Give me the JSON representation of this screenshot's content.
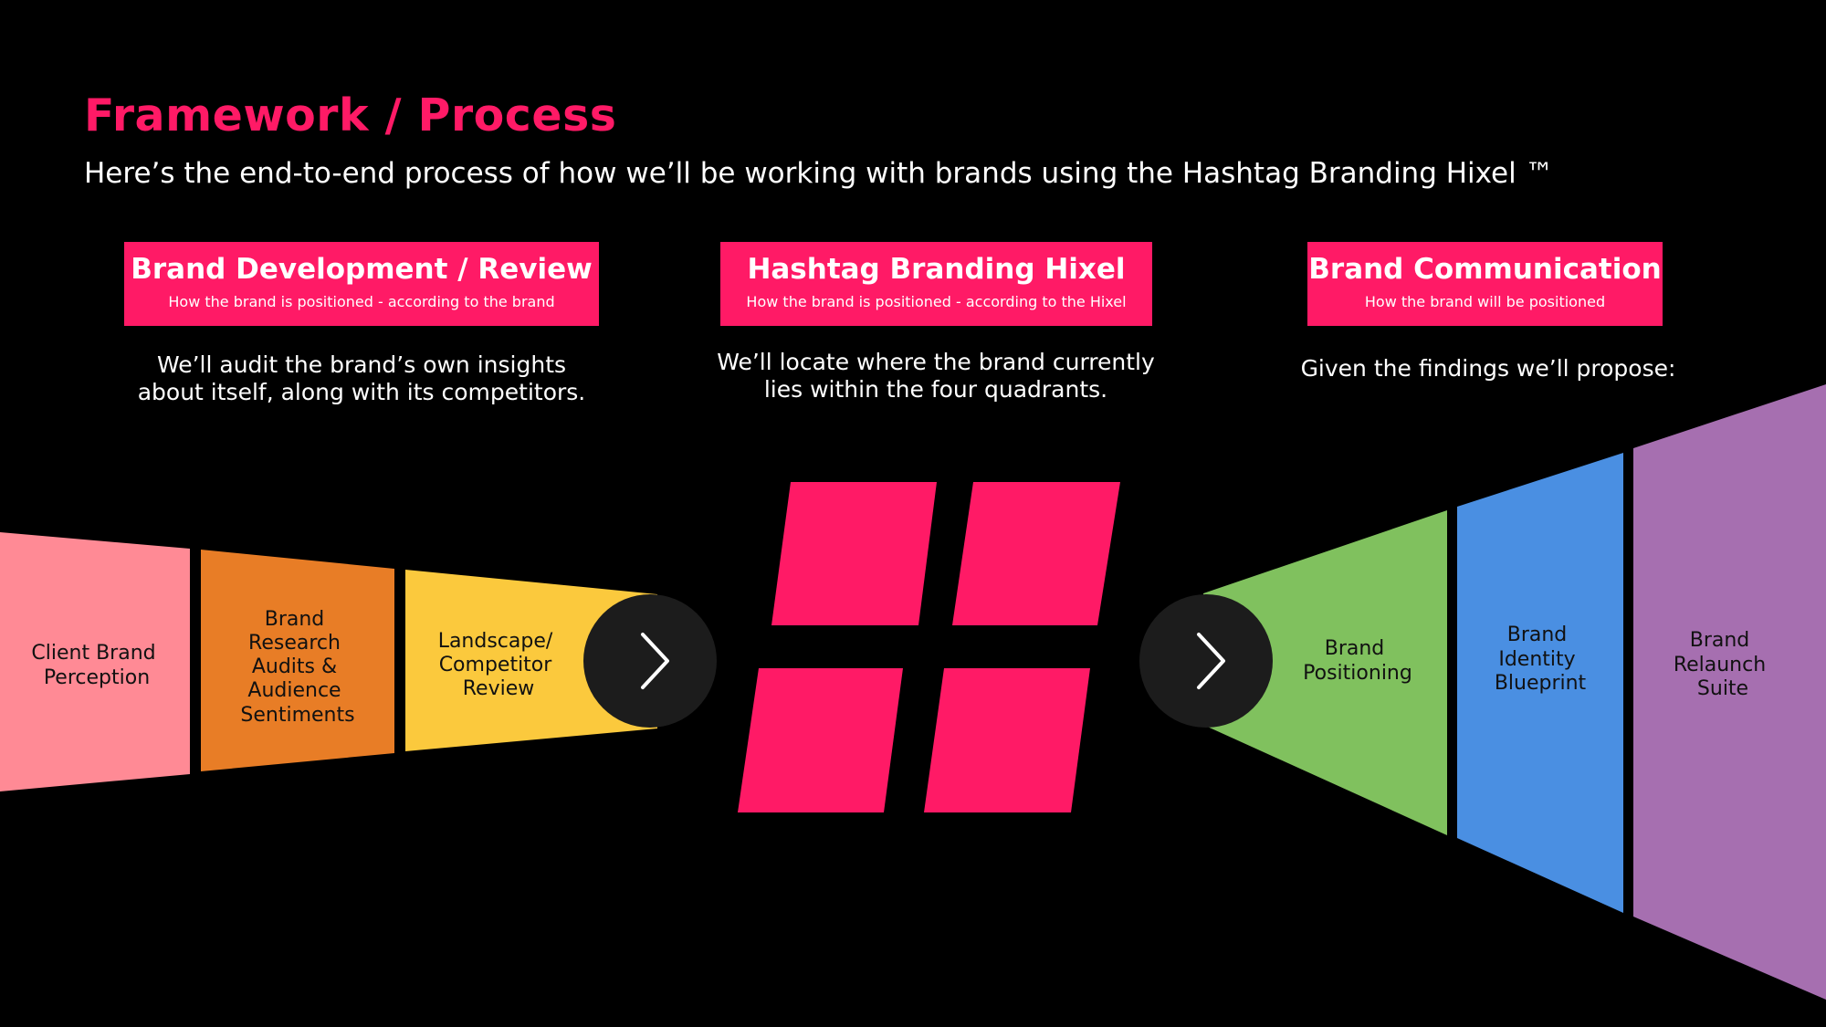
{
  "header": {
    "title": "Framework / Process",
    "subtitle": "Here’s the end-to-end process of how we’ll be working with brands using the Hashtag Branding Hixel ™"
  },
  "sections": [
    {
      "title": "Brand Development / Review",
      "subtitle": "How the brand is positioned - according to the brand",
      "description": [
        "We’ll audit the brand’s own insights",
        "about itself, along with its competitors."
      ]
    },
    {
      "title": "Hashtag Branding Hixel",
      "subtitle": "How the brand is positioned - according to the Hixel",
      "description": [
        "We’ll locate where the brand currently",
        "lies within the four quadrants."
      ]
    },
    {
      "title": "Brand Communication",
      "subtitle": "How the brand will be positioned",
      "description": [
        "Given the findings we’ll propose:"
      ]
    }
  ],
  "input_stages": [
    {
      "lines": [
        "Client Brand",
        "Perception"
      ],
      "color": "#ff8a95"
    },
    {
      "lines": [
        "Brand",
        "Research",
        "Audits &",
        "Audience",
        "Sentiments"
      ],
      "color": "#e87d26"
    },
    {
      "lines": [
        "Landscape/",
        "Competitor",
        "Review"
      ],
      "color": "#fbc93d"
    }
  ],
  "output_stages": [
    {
      "lines": [
        "Brand",
        "Positioning"
      ],
      "color": "#80c15e"
    },
    {
      "lines": [
        "Brand",
        "Identity",
        "Blueprint"
      ],
      "color": "#4a8fe2"
    },
    {
      "lines": [
        "Brand",
        "Relaunch",
        "Suite"
      ],
      "color": "#a66fb0"
    }
  ],
  "icons": {
    "arrow_left": "chevron-right-icon",
    "arrow_right": "chevron-right-icon",
    "hixel": "hashtag-quadrants-icon"
  },
  "colors": {
    "accent": "#ff1a66",
    "background": "#000000",
    "arrow_circle": "#1c1c1c"
  }
}
